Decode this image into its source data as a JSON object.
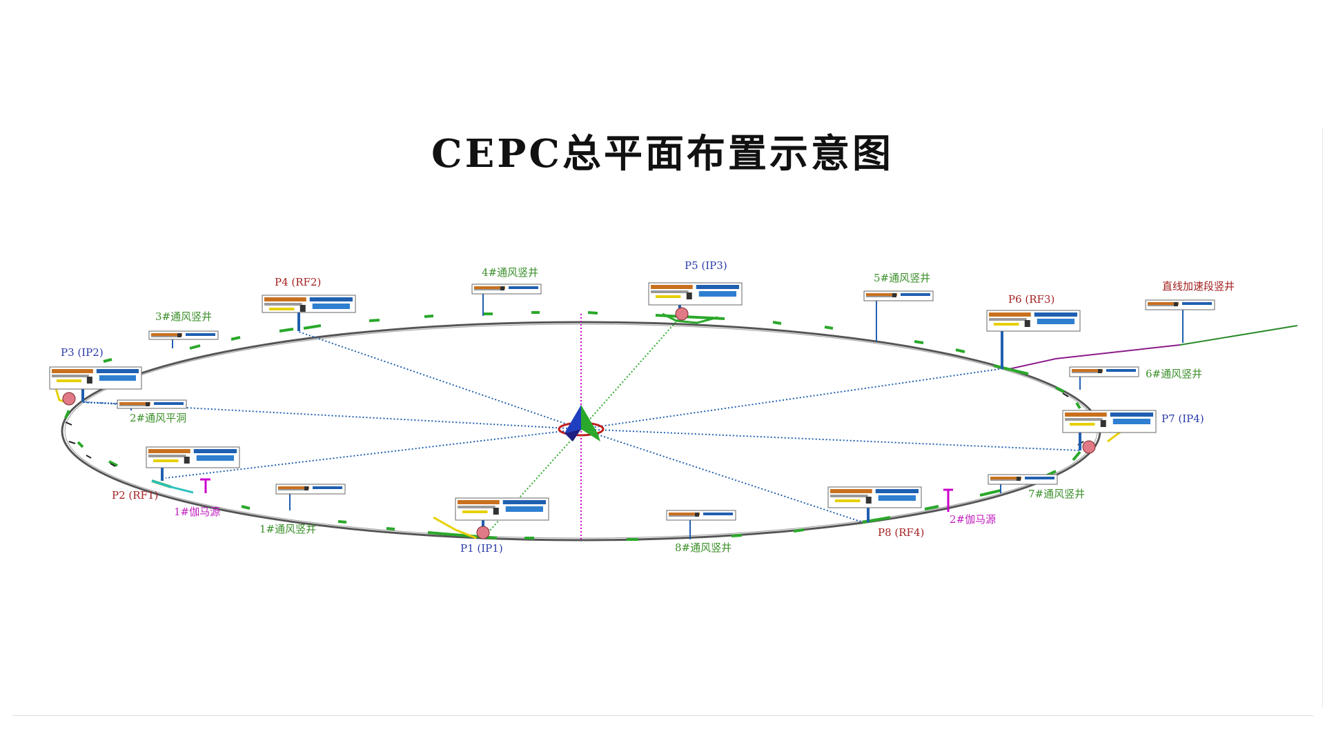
{
  "title": "CEPC总平面布置示意图",
  "colors": {
    "ring": "#555555",
    "blue_line": "#1f5fb0",
    "green_line": "#2aa82a",
    "magenta_line": "#cc00cc",
    "label_blue": "#2a3aa8",
    "label_red": "#a31f1f",
    "label_green": "#3b8f2a",
    "label_magenta": "#c01fc0"
  },
  "labels": {
    "p1": "P1 (IP1)",
    "p2": "P2 (RF1)",
    "p3": "P3 (IP2)",
    "p4": "P4 (RF2)",
    "p5": "P5 (IP3)",
    "p6": "P6 (RF3)",
    "p7": "P7 (IP4)",
    "p8": "P8 (RF4)",
    "shaft1": "1#通风竖井",
    "tunnel2": "2#通风平洞",
    "shaft3": "3#通风竖井",
    "shaft4": "4#通风竖井",
    "shaft5": "5#通风竖井",
    "shaft6": "6#通风竖井",
    "shaft7": "7#通风竖井",
    "shaft8": "8#通风竖井",
    "gamma1": "1#伽马源",
    "gamma2": "2#伽马源",
    "linac": "直线加速段竖井"
  }
}
